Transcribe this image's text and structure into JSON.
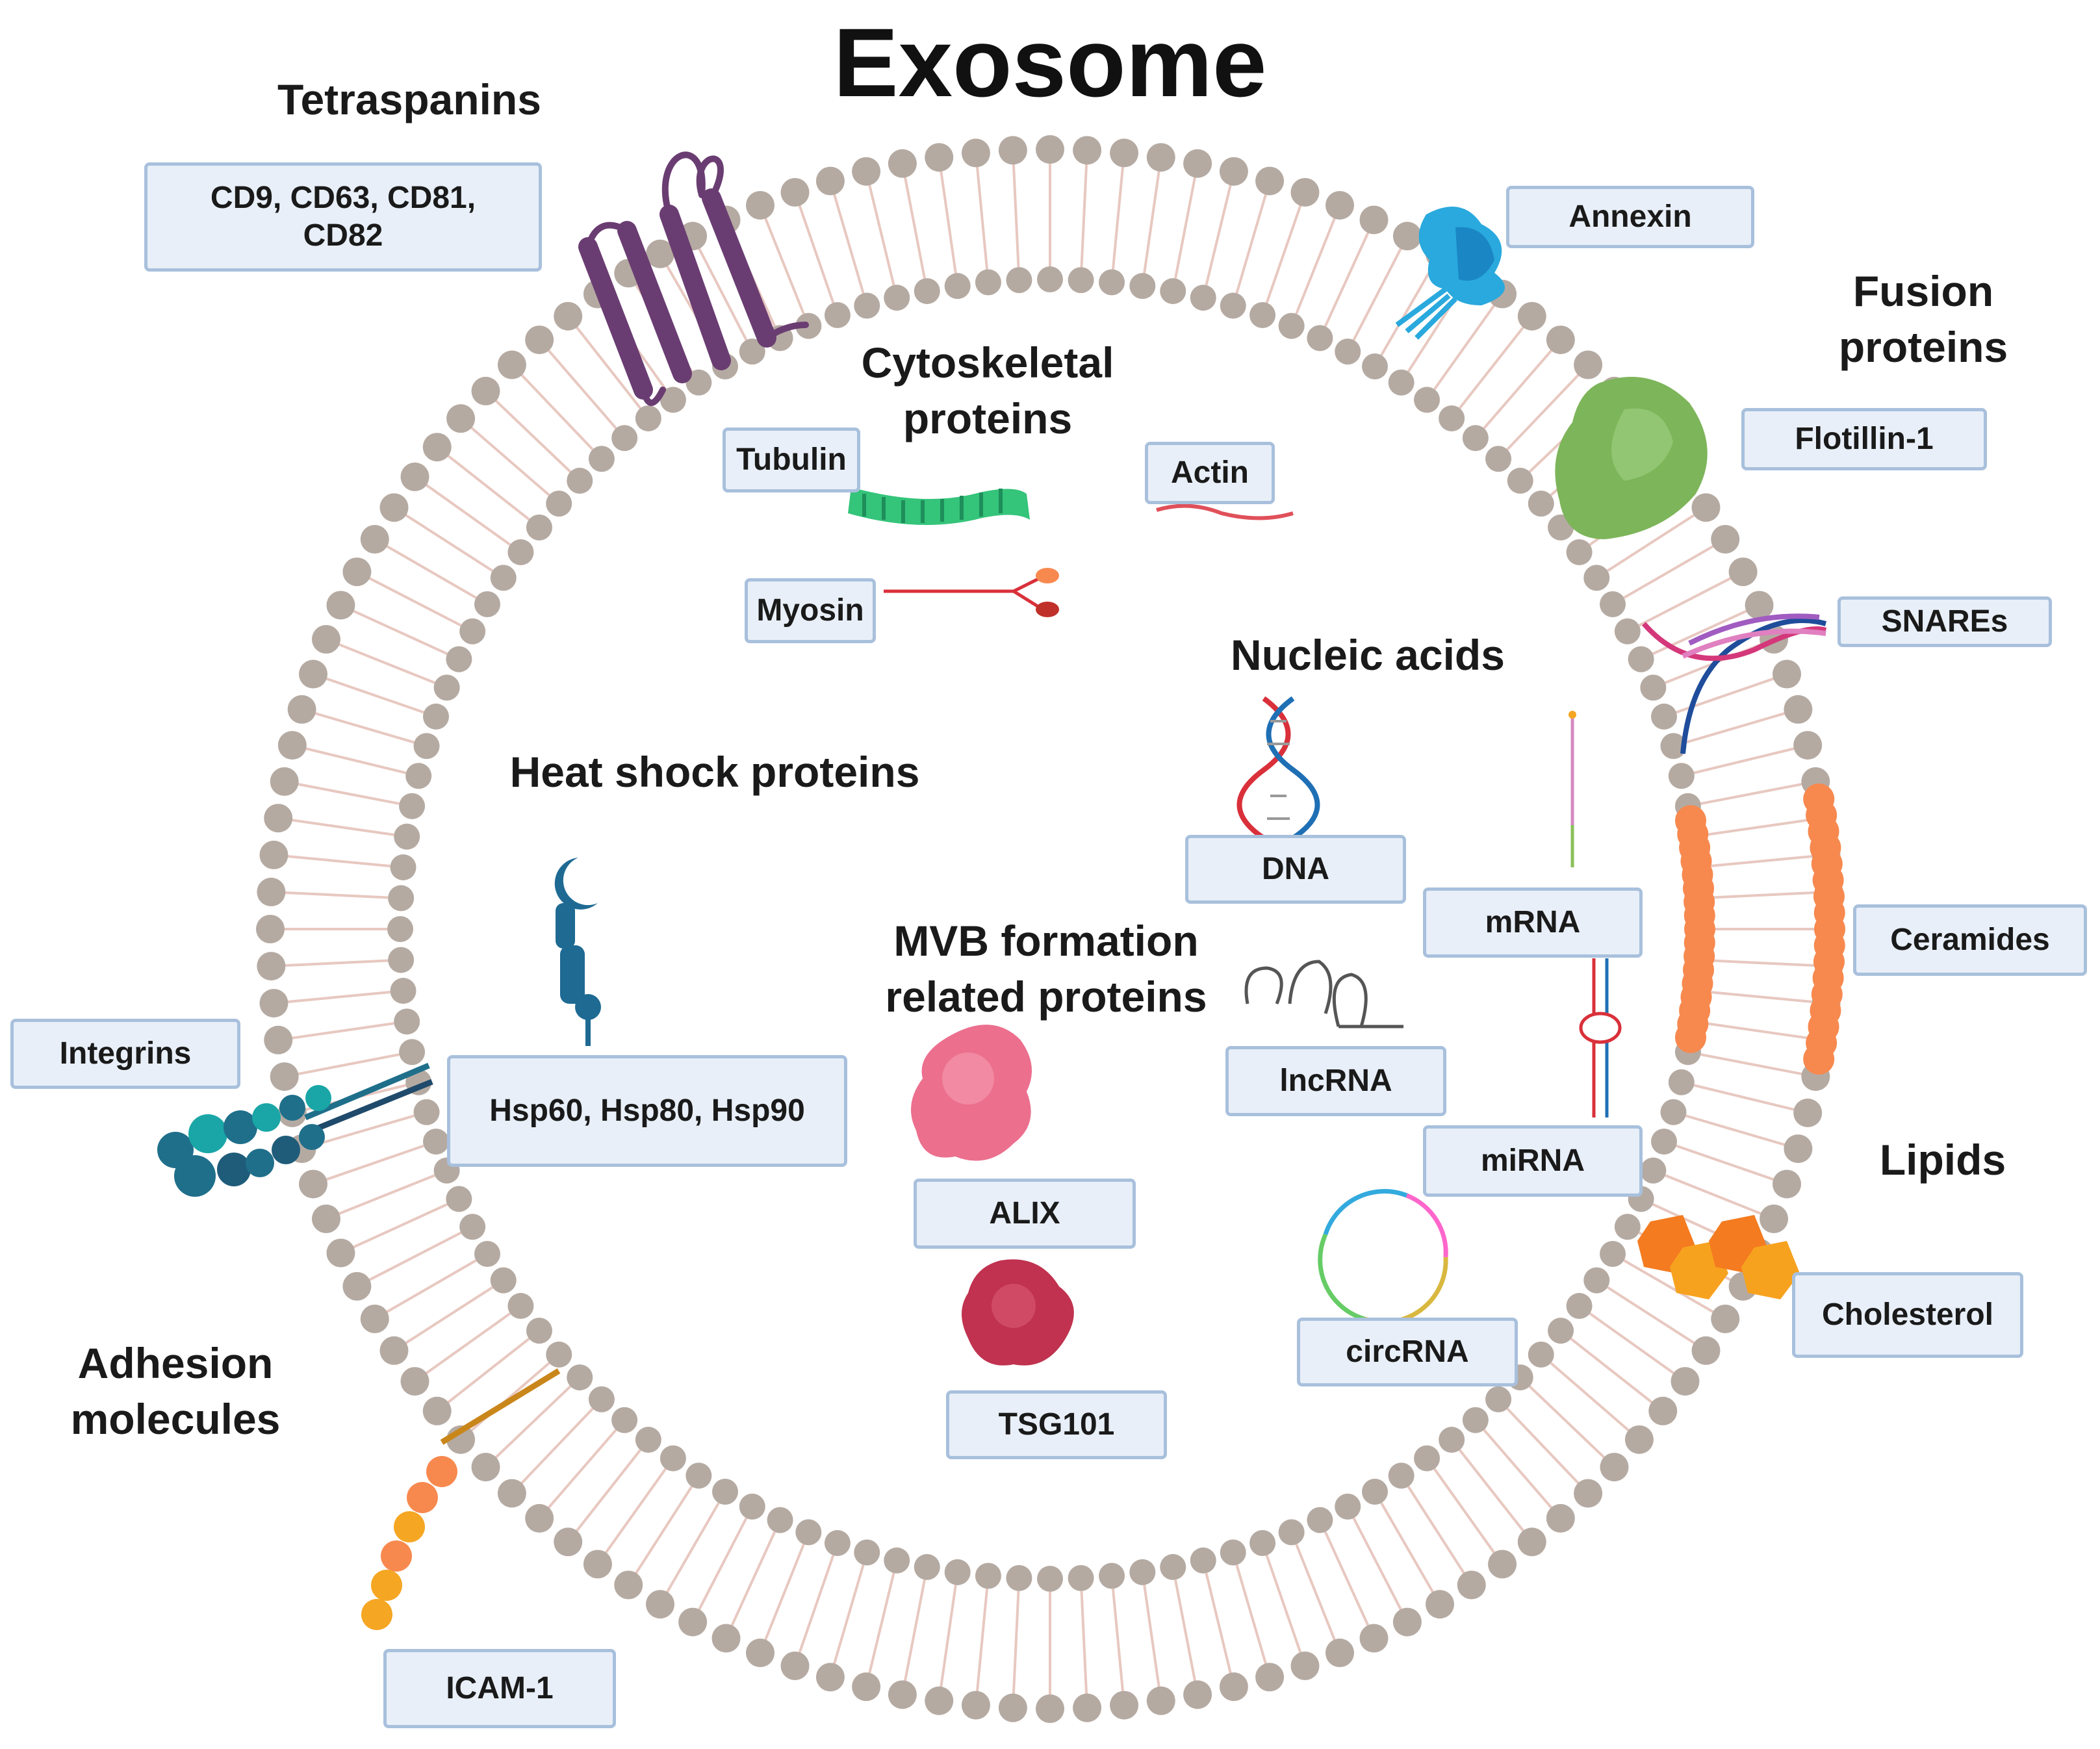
{
  "title": "Exosome",
  "headings": {
    "tetraspanins": "Tetraspanins",
    "cytoskeletal": "Cytoskeletal\nproteins",
    "fusion": "Fusion\nproteins",
    "nucleic": "Nucleic acids",
    "heat_shock": "Heat shock proteins",
    "mvb": "MVB formation\nrelated proteins",
    "lipids": "Lipids",
    "adhesion": "Adhesion\nmolecules"
  },
  "labels": {
    "tetraspanin_members": "CD9, CD63, CD81,\nCD82",
    "annexin": "Annexin",
    "flotillin": "Flotillin-1",
    "snares": "SNAREs",
    "tubulin": "Tubulin",
    "actin": "Actin",
    "myosin": "Myosin",
    "dna": "DNA",
    "mrna": "mRNA",
    "ceramides": "Ceramides",
    "integrins": "Integrins",
    "hsp": "Hsp60, Hsp80, Hsp90",
    "lncrna": "lncRNA",
    "mirna": "miRNA",
    "alix": "ALIX",
    "circrna": "circRNA",
    "cholesterol": "Cholesterol",
    "tsg101": "TSG101",
    "icam": "ICAM-1"
  },
  "colors": {
    "lipid_head": "#b5aaa2",
    "lipid_tail": "#e7c8c0",
    "tetraspanin": "#6a3d72",
    "annexin": "#29a9dd",
    "flotillin": "#7db55a",
    "integrin": "#1f6f8b",
    "icam": "#f5a623",
    "ceramide": "#f7894f",
    "cholesterol": "#f47b20",
    "alix": "#ec6f8e",
    "tsg101": "#c0324f",
    "hsp": "#1e6a93",
    "tubulin": "#34c47a",
    "dna_red": "#d9303a",
    "dna_blue": "#1f6fb5"
  }
}
